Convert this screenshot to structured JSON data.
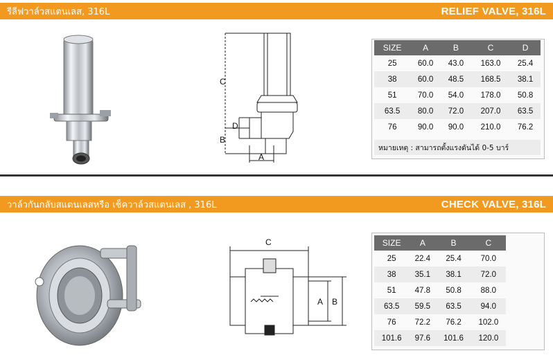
{
  "relief": {
    "title_th": "รีลีฟวาล์วสแตนเลส, 316L",
    "title_en": "RELIEF VALVE, 316L",
    "columns": [
      "SIZE",
      "A",
      "B",
      "C",
      "D"
    ],
    "rows": [
      [
        "25",
        "60.0",
        "43.0",
        "163.0",
        "25.4"
      ],
      [
        "38",
        "60.0",
        "48.5",
        "168.5",
        "38.1"
      ],
      [
        "51",
        "70.0",
        "54.0",
        "178.0",
        "50.8"
      ],
      [
        "63.5",
        "80.0",
        "72.0",
        "207.0",
        "63.5"
      ],
      [
        "76",
        "90.0",
        "90.0",
        "210.0",
        "76.2"
      ]
    ],
    "note": "หมายเหตุ : สามารถตั้งแรงดันได้ 0-5 บาร์",
    "dim_labels": {
      "a": "A",
      "b": "B",
      "c": "C",
      "d": "D"
    }
  },
  "check": {
    "title_th": "วาล์วกันกลับสแตนเลสหรือ เช็ควาล์วสแตนเลส , 316L",
    "title_en": "CHECK VALVE, 316L",
    "columns": [
      "SIZE",
      "A",
      "B",
      "C"
    ],
    "rows": [
      [
        "25",
        "22.4",
        "25.4",
        "70.0"
      ],
      [
        "38",
        "35.1",
        "38.1",
        "72.0"
      ],
      [
        "51",
        "47.8",
        "50.8",
        "88.0"
      ],
      [
        "63.5",
        "59.5",
        "63.5",
        "94.0"
      ],
      [
        "76",
        "72.2",
        "76.2",
        "102.0"
      ],
      [
        "101.6",
        "97.6",
        "101.6",
        "120.0"
      ]
    ],
    "dim_labels": {
      "a": "A",
      "b": "B",
      "c": "C"
    }
  },
  "colors": {
    "banner": "#f29a1f",
    "table_header": "#6b6b6b",
    "row_alt": "#ececec"
  }
}
